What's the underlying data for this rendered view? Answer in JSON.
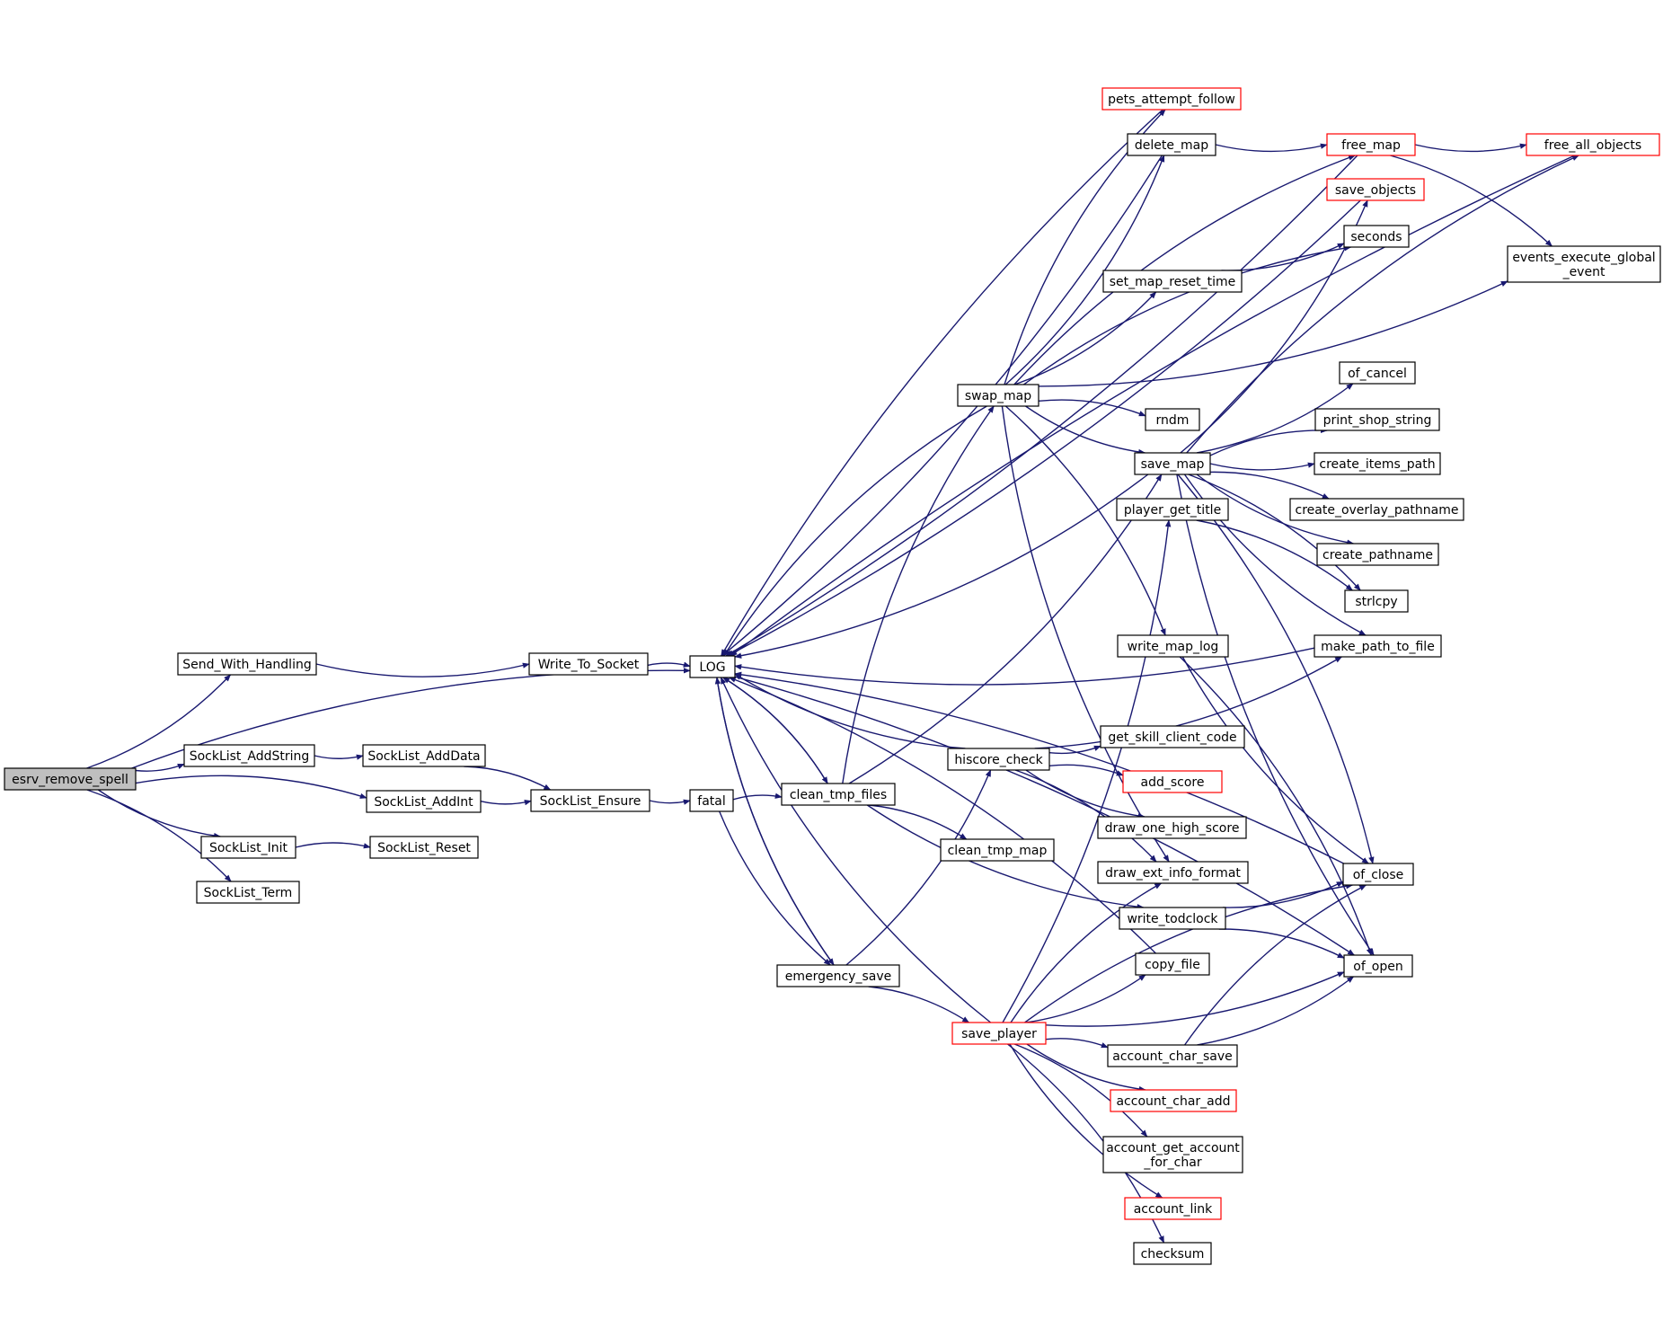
{
  "graph": {
    "nodes": [
      {
        "id": "esrv_remove_spell",
        "label": "esrv_remove_spell",
        "style": "root"
      },
      {
        "id": "Send_With_Handling",
        "label": "Send_With_Handling",
        "style": "normal"
      },
      {
        "id": "SockList_AddString",
        "label": "SockList_AddString",
        "style": "normal"
      },
      {
        "id": "SockList_AddInt",
        "label": "SockList_AddInt",
        "style": "normal"
      },
      {
        "id": "SockList_Init",
        "label": "SockList_Init",
        "style": "normal"
      },
      {
        "id": "SockList_Term",
        "label": "SockList_Term",
        "style": "normal"
      },
      {
        "id": "SockList_AddData",
        "label": "SockList_AddData",
        "style": "normal"
      },
      {
        "id": "SockList_Reset",
        "label": "SockList_Reset",
        "style": "normal"
      },
      {
        "id": "Write_To_Socket",
        "label": "Write_To_Socket",
        "style": "normal"
      },
      {
        "id": "SockList_Ensure",
        "label": "SockList_Ensure",
        "style": "normal"
      },
      {
        "id": "LOG",
        "label": "LOG",
        "style": "normal"
      },
      {
        "id": "fatal",
        "label": "fatal",
        "style": "normal"
      },
      {
        "id": "clean_tmp_files",
        "label": "clean_tmp_files",
        "style": "normal"
      },
      {
        "id": "emergency_save",
        "label": "emergency_save",
        "style": "normal"
      },
      {
        "id": "swap_map",
        "label": "swap_map",
        "style": "normal"
      },
      {
        "id": "hiscore_check",
        "label": "hiscore_check",
        "style": "normal"
      },
      {
        "id": "clean_tmp_map",
        "label": "clean_tmp_map",
        "style": "normal"
      },
      {
        "id": "save_player",
        "label": "save_player",
        "style": "red"
      },
      {
        "id": "pets_attempt_follow",
        "label": "pets_attempt_follow",
        "style": "red"
      },
      {
        "id": "delete_map",
        "label": "delete_map",
        "style": "normal"
      },
      {
        "id": "set_map_reset_time",
        "label": "set_map_reset_time",
        "style": "normal"
      },
      {
        "id": "rndm",
        "label": "rndm",
        "style": "normal"
      },
      {
        "id": "save_map",
        "label": "save_map",
        "style": "normal"
      },
      {
        "id": "player_get_title",
        "label": "player_get_title",
        "style": "normal"
      },
      {
        "id": "write_map_log",
        "label": "write_map_log",
        "style": "normal"
      },
      {
        "id": "get_skill_client_code",
        "label": "get_skill_client_code",
        "style": "normal"
      },
      {
        "id": "add_score",
        "label": "add_score",
        "style": "red"
      },
      {
        "id": "draw_one_high_score",
        "label": "draw_one_high_score",
        "style": "normal"
      },
      {
        "id": "draw_ext_info_format",
        "label": "draw_ext_info_format",
        "style": "normal"
      },
      {
        "id": "write_todclock",
        "label": "write_todclock",
        "style": "normal"
      },
      {
        "id": "copy_file",
        "label": "copy_file",
        "style": "normal"
      },
      {
        "id": "account_char_save",
        "label": "account_char_save",
        "style": "normal"
      },
      {
        "id": "account_char_add",
        "label": "account_char_add",
        "style": "red"
      },
      {
        "id": "account_get_account_for_char",
        "label": "account_get_account\n_for_char",
        "style": "normal"
      },
      {
        "id": "account_link",
        "label": "account_link",
        "style": "red"
      },
      {
        "id": "checksum",
        "label": "checksum",
        "style": "normal"
      },
      {
        "id": "free_map",
        "label": "free_map",
        "style": "red"
      },
      {
        "id": "save_objects",
        "label": "save_objects",
        "style": "red"
      },
      {
        "id": "seconds",
        "label": "seconds",
        "style": "normal"
      },
      {
        "id": "of_cancel",
        "label": "of_cancel",
        "style": "normal"
      },
      {
        "id": "print_shop_string",
        "label": "print_shop_string",
        "style": "normal"
      },
      {
        "id": "create_items_path",
        "label": "create_items_path",
        "style": "normal"
      },
      {
        "id": "create_overlay_pathname",
        "label": "create_overlay_pathname",
        "style": "normal"
      },
      {
        "id": "create_pathname",
        "label": "create_pathname",
        "style": "normal"
      },
      {
        "id": "strlcpy",
        "label": "strlcpy",
        "style": "normal"
      },
      {
        "id": "make_path_to_file",
        "label": "make_path_to_file",
        "style": "normal"
      },
      {
        "id": "of_close",
        "label": "of_close",
        "style": "normal"
      },
      {
        "id": "of_open",
        "label": "of_open",
        "style": "normal"
      },
      {
        "id": "free_all_objects",
        "label": "free_all_objects",
        "style": "red"
      },
      {
        "id": "events_execute_global_event",
        "label": "events_execute_global\n_event",
        "style": "normal"
      }
    ],
    "edges": [
      [
        "esrv_remove_spell",
        "Send_With_Handling"
      ],
      [
        "esrv_remove_spell",
        "LOG"
      ],
      [
        "esrv_remove_spell",
        "SockList_AddString"
      ],
      [
        "esrv_remove_spell",
        "SockList_AddInt"
      ],
      [
        "esrv_remove_spell",
        "SockList_Init"
      ],
      [
        "esrv_remove_spell",
        "SockList_Term"
      ],
      [
        "Send_With_Handling",
        "Write_To_Socket"
      ],
      [
        "Write_To_Socket",
        "LOG"
      ],
      [
        "SockList_AddString",
        "SockList_AddData"
      ],
      [
        "SockList_AddData",
        "SockList_Ensure"
      ],
      [
        "SockList_AddInt",
        "SockList_Ensure"
      ],
      [
        "SockList_Init",
        "SockList_Reset"
      ],
      [
        "SockList_Ensure",
        "fatal"
      ],
      [
        "fatal",
        "clean_tmp_files"
      ],
      [
        "fatal",
        "emergency_save"
      ],
      [
        "LOG",
        "clean_tmp_files"
      ],
      [
        "LOG",
        "emergency_save"
      ],
      [
        "LOG",
        "of_open"
      ],
      [
        "clean_tmp_files",
        "LOG"
      ],
      [
        "clean_tmp_files",
        "swap_map"
      ],
      [
        "clean_tmp_files",
        "save_map"
      ],
      [
        "clean_tmp_files",
        "clean_tmp_map"
      ],
      [
        "clean_tmp_files",
        "write_todclock"
      ],
      [
        "emergency_save",
        "LOG"
      ],
      [
        "emergency_save",
        "hiscore_check"
      ],
      [
        "emergency_save",
        "save_player"
      ],
      [
        "swap_map",
        "LOG"
      ],
      [
        "swap_map",
        "pets_attempt_follow"
      ],
      [
        "swap_map",
        "delete_map"
      ],
      [
        "swap_map",
        "free_map"
      ],
      [
        "swap_map",
        "set_map_reset_time"
      ],
      [
        "swap_map",
        "seconds"
      ],
      [
        "swap_map",
        "events_execute_global_event"
      ],
      [
        "swap_map",
        "rndm"
      ],
      [
        "swap_map",
        "save_map"
      ],
      [
        "swap_map",
        "write_map_log"
      ],
      [
        "swap_map",
        "draw_ext_info_format"
      ],
      [
        "hiscore_check",
        "LOG"
      ],
      [
        "hiscore_check",
        "get_skill_client_code"
      ],
      [
        "hiscore_check",
        "add_score"
      ],
      [
        "hiscore_check",
        "draw_one_high_score"
      ],
      [
        "hiscore_check",
        "draw_ext_info_format"
      ],
      [
        "hiscore_check",
        "make_path_to_file"
      ],
      [
        "save_player",
        "LOG"
      ],
      [
        "save_player",
        "player_get_title"
      ],
      [
        "save_player",
        "draw_ext_info_format"
      ],
      [
        "save_player",
        "copy_file"
      ],
      [
        "save_player",
        "of_close"
      ],
      [
        "save_player",
        "of_open"
      ],
      [
        "save_player",
        "account_char_save"
      ],
      [
        "save_player",
        "account_char_add"
      ],
      [
        "save_player",
        "account_get_account_for_char"
      ],
      [
        "save_player",
        "account_link"
      ],
      [
        "save_player",
        "checksum"
      ],
      [
        "pets_attempt_follow",
        "LOG"
      ],
      [
        "delete_map",
        "LOG"
      ],
      [
        "delete_map",
        "free_map"
      ],
      [
        "free_map",
        "LOG"
      ],
      [
        "free_map",
        "free_all_objects"
      ],
      [
        "free_map",
        "events_execute_global_event"
      ],
      [
        "free_all_objects",
        "LOG"
      ],
      [
        "save_objects",
        "LOG"
      ],
      [
        "set_map_reset_time",
        "seconds"
      ],
      [
        "save_map",
        "LOG"
      ],
      [
        "save_map",
        "save_objects"
      ],
      [
        "save_map",
        "free_all_objects"
      ],
      [
        "save_map",
        "of_cancel"
      ],
      [
        "save_map",
        "print_shop_string"
      ],
      [
        "save_map",
        "create_items_path"
      ],
      [
        "save_map",
        "create_overlay_pathname"
      ],
      [
        "save_map",
        "create_pathname"
      ],
      [
        "save_map",
        "strlcpy"
      ],
      [
        "save_map",
        "make_path_to_file"
      ],
      [
        "save_map",
        "of_close"
      ],
      [
        "save_map",
        "of_open"
      ],
      [
        "player_get_title",
        "strlcpy"
      ],
      [
        "write_map_log",
        "of_close"
      ],
      [
        "write_map_log",
        "of_open"
      ],
      [
        "write_todclock",
        "of_close"
      ],
      [
        "write_todclock",
        "of_open"
      ],
      [
        "copy_file",
        "LOG"
      ],
      [
        "account_char_save",
        "of_close"
      ],
      [
        "account_char_save",
        "of_open"
      ],
      [
        "make_path_to_file",
        "LOG"
      ],
      [
        "of_close",
        "LOG"
      ]
    ]
  }
}
